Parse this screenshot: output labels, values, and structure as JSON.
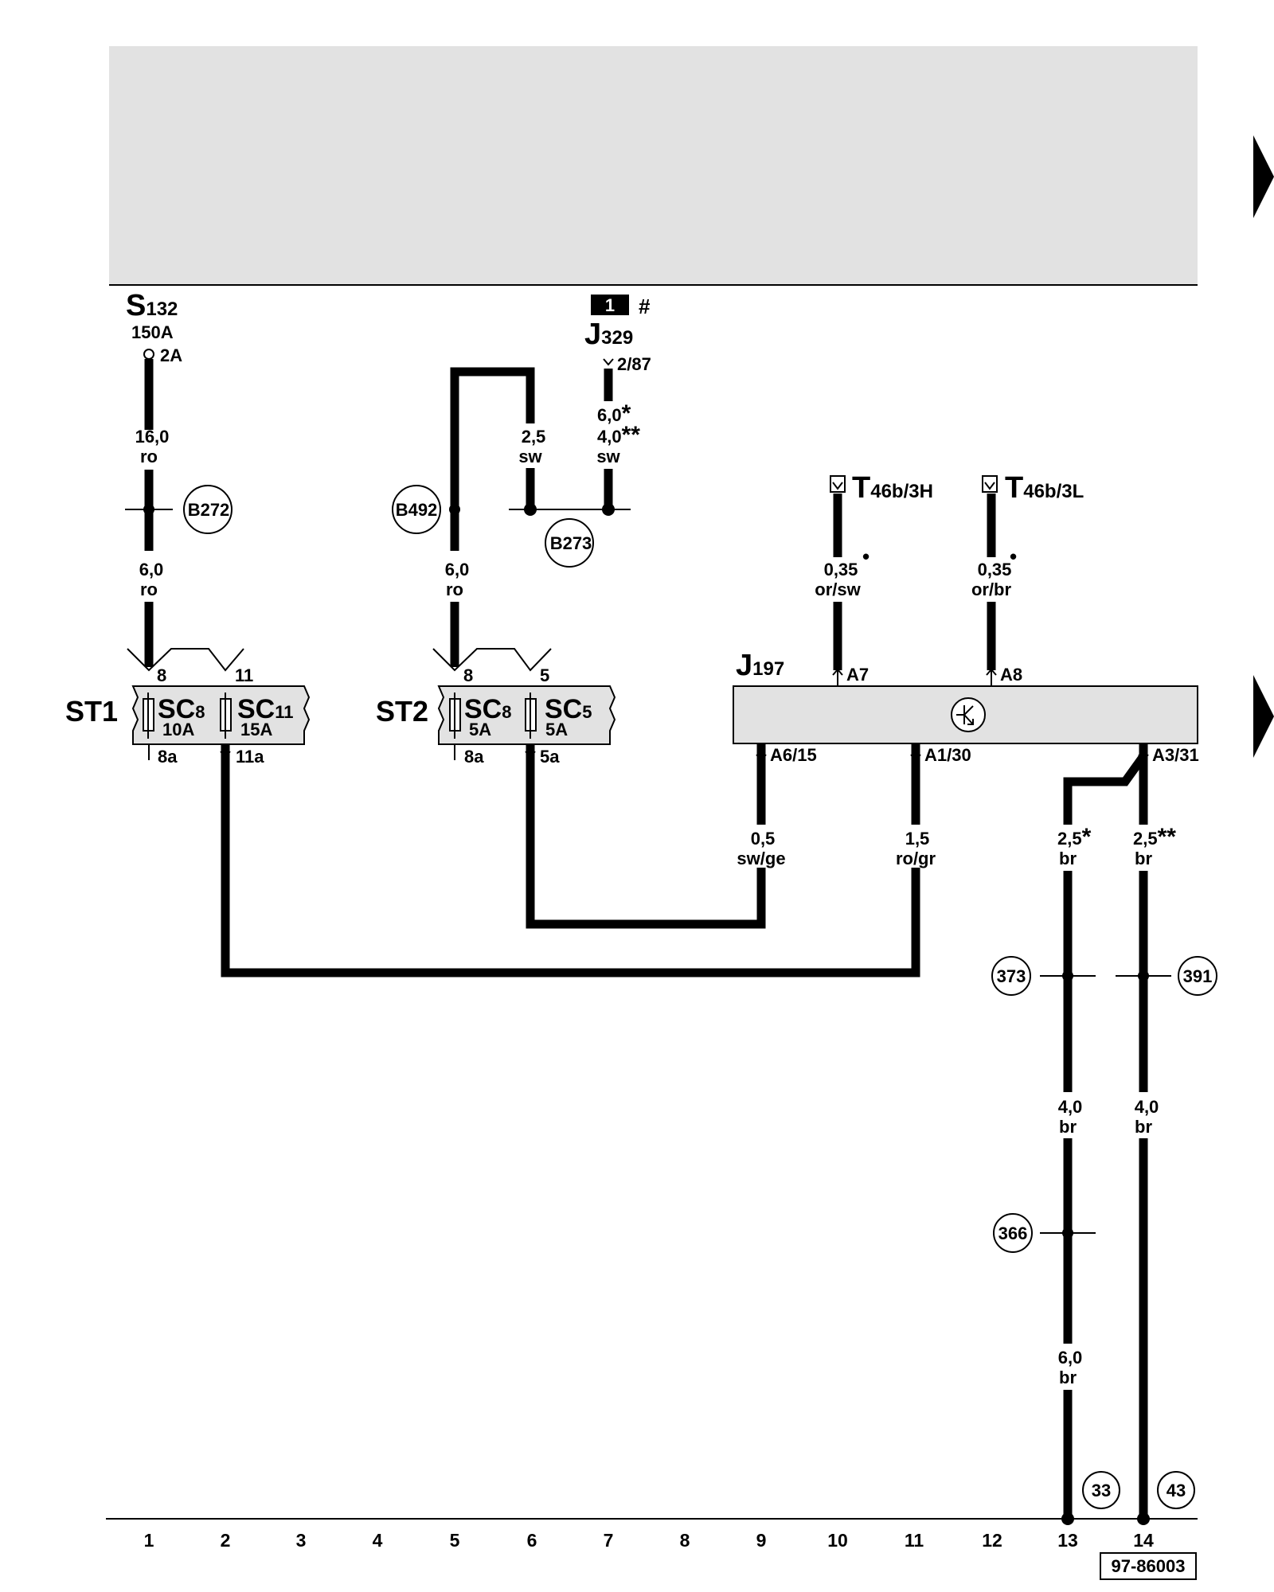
{
  "components": {
    "s132": {
      "letter": "S",
      "num": "132",
      "rating": "150A",
      "pin": "2A"
    },
    "marker": {
      "box": "1",
      "symbol": "#"
    },
    "j329": {
      "letter": "J",
      "num": "329",
      "pin": "2/87"
    },
    "st1": {
      "name": "ST1",
      "f1": {
        "sc": "SC",
        "num": "8",
        "amp": "10A",
        "in": "8",
        "out": "8a"
      },
      "f2": {
        "sc": "SC",
        "num": "11",
        "amp": "15A",
        "in": "11",
        "out": "11a"
      }
    },
    "st2": {
      "name": "ST2",
      "f1": {
        "sc": "SC",
        "num": "8",
        "amp": "5A",
        "in": "8",
        "out": "8a"
      },
      "f2": {
        "sc": "SC",
        "num": "5",
        "amp": "5A",
        "in": "5",
        "out": "5a"
      }
    },
    "j197": {
      "letter": "J",
      "num": "197",
      "pins": {
        "a7": "A7",
        "a8": "A8",
        "a6": "A6/15",
        "a1": "A1/30",
        "a3": "A3/31"
      }
    },
    "t46h": {
      "letter": "T",
      "rest": "46b/3H"
    },
    "t46l": {
      "letter": "T",
      "rest": "46b/3L"
    }
  },
  "wires": {
    "w_s132_top": {
      "size": "16,0",
      "color": "ro"
    },
    "w_s132_bot": {
      "size": "6,0",
      "color": "ro"
    },
    "w_b492_bot": {
      "size": "6,0",
      "color": "ro"
    },
    "w_b273_left": {
      "size": "2,5",
      "color": "sw"
    },
    "w_j329": {
      "size1": "6,0",
      "star1": "*",
      "size2": "4,0",
      "star2": "**",
      "color": "sw"
    },
    "w_t46h": {
      "size": "0,35",
      "color": "or/sw",
      "dot": "•"
    },
    "w_t46l": {
      "size": "0,35",
      "color": "or/br",
      "dot": "•"
    },
    "w_a6": {
      "size": "0,5",
      "color": "sw/ge"
    },
    "w_a1": {
      "size": "1,5",
      "color": "ro/gr"
    },
    "w_13_top": {
      "size": "2,5",
      "star": "*",
      "color": "br"
    },
    "w_14_top": {
      "size": "2,5",
      "star": "**",
      "color": "br"
    },
    "w_13_mid": {
      "size": "4,0",
      "color": "br"
    },
    "w_14_mid": {
      "size": "4,0",
      "color": "br"
    },
    "w_13_bot": {
      "size": "6,0",
      "color": "br"
    }
  },
  "connectors": {
    "b272": "B272",
    "b492": "B492",
    "b273": "B273",
    "c373": "373",
    "c391": "391",
    "c366": "366",
    "c33": "33",
    "c43": "43"
  },
  "grid_numbers": [
    "1",
    "2",
    "3",
    "4",
    "5",
    "6",
    "7",
    "8",
    "9",
    "10",
    "11",
    "12",
    "13",
    "14"
  ],
  "ref_code": "97-86003"
}
